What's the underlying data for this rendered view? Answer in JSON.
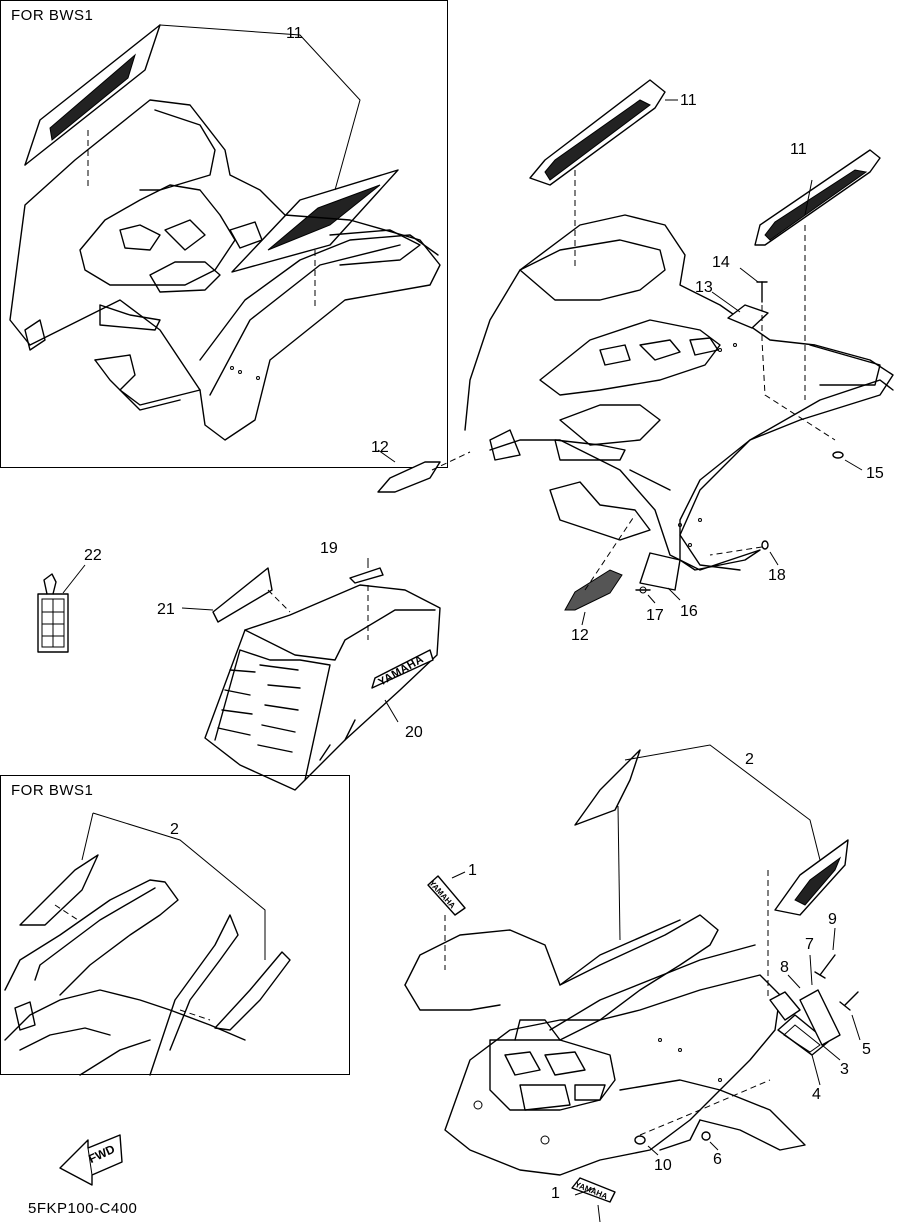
{
  "frames": [
    {
      "label": "FOR BWS1"
    },
    {
      "label": "FOR BWS1"
    }
  ],
  "callouts": {
    "c11a": "11",
    "c11b": "11",
    "c11c": "11",
    "c12a": "12",
    "c12b": "12",
    "c13": "13",
    "c14": "14",
    "c15": "15",
    "c16": "16",
    "c17": "17",
    "c18": "18",
    "c19": "19",
    "c20": "20",
    "c21": "21",
    "c22": "22",
    "c2a": "2",
    "c2b": "2",
    "c1a": "1",
    "c1b": "1",
    "c3": "3",
    "c4": "4",
    "c5": "5",
    "c6": "6",
    "c7": "7",
    "c8": "8",
    "c9": "9",
    "c10": "10"
  },
  "decals": {
    "brand": "YAMAHA",
    "direction": "FWD"
  },
  "diagram_code": "5FKP100-C400"
}
